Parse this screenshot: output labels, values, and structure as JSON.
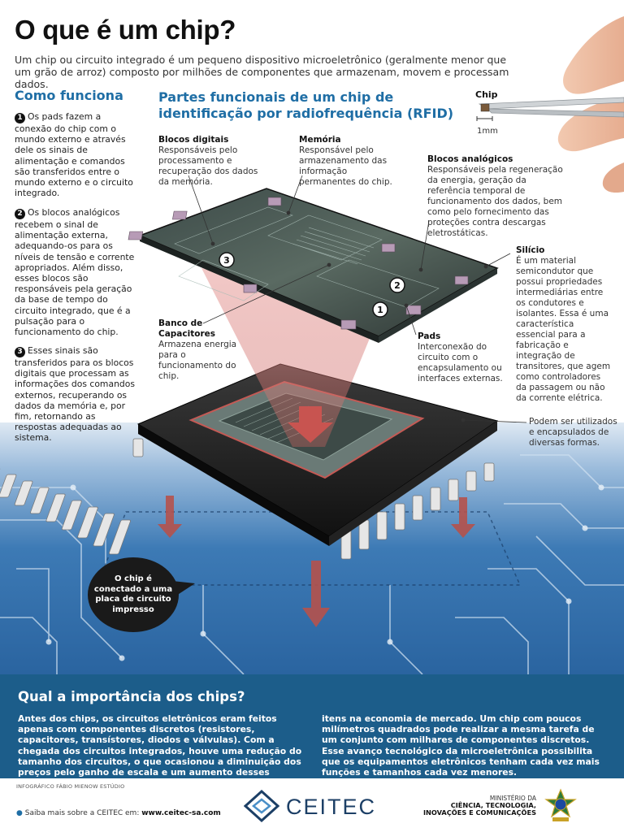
{
  "title": "O que é um chip?",
  "intro": "Um chip ou circuito integrado é um pequeno dispositivo microeletrônico (geralmente menor que um grão de arroz) composto por milhões de componentes que armazenam, movem e processam dados.",
  "sidebar": {
    "title": "Como funciona",
    "items": [
      {
        "num": "1",
        "text": "Os pads fazem a conexão do chip com o mundo externo e através dele os sinais de alimentação e comandos são transferidos entre o mundo externo e o circuito integrado."
      },
      {
        "num": "2",
        "text": "Os blocos analógicos recebem o sinal de alimentação externa, adequando-os para os níveis de tensão e corrente apropriados. Além disso, esses blocos são responsáveis pela geração da base de tempo do circuito integrado, que é a pulsação para o funcionamento do chip."
      },
      {
        "num": "3",
        "text": "Esses sinais são transferidos para os blocos digitais que processam as informações dos comandos externos, recuperando os dados da memória e, por fim, retornando as respostas adequadas ao sistema."
      }
    ]
  },
  "main_title": "Partes funcionais de um chip de identificação por radiofrequência (RFID)",
  "chip_scale": {
    "label": "Chip",
    "unit": "1mm"
  },
  "labels": {
    "blocos_digitais": {
      "title": "Blocos digitais",
      "text": "Responsáveis pelo processamento e recuperação dos dados da memória."
    },
    "memoria": {
      "title": "Memória",
      "text": "Responsável pelo armazenamento das informação permanentes do chip."
    },
    "blocos_analogicos": {
      "title": "Blocos analógicos",
      "text": "Responsáveis pela regeneração da energia, geração da referência temporal de funcionamento dos dados, bem como pelo fornecimento das proteções contra descargas eletrostáticas."
    },
    "silicio": {
      "title": "Silício",
      "text": "É um material semicondutor que possui propriedades intermediárias entre os condutores e isolantes. Essa é uma característica essencial para a fabricação e integração de transitores, que agem como controladores da passagem ou não da corrente elétrica."
    },
    "banco": {
      "title": "Banco de Capacitores",
      "text": "Armazena energia para o funcionamento do chip."
    },
    "pads": {
      "title": "Pads",
      "text": "Interconexão do circuito com o encapsulamento ou interfaces externas."
    },
    "encapsulados": {
      "text": "Podem ser utilizados e encapsulados de diversas formas."
    }
  },
  "die_markers": [
    "1",
    "2",
    "3"
  ],
  "bubble": "O chip é conectado a uma placa de circuito impresso",
  "importance": {
    "title": "Qual a importância  dos chips?",
    "col1": "Antes dos chips, os circuitos eletrônicos eram feitos apenas com componentes discretos (resistores, capacitores, transístores, diodos e válvulas). Com a chegada dos circuitos integrados, houve uma redução do tamanho dos circuitos, o que ocasionou a diminuição dos preços pelo ganho de escala e um aumento desses",
    "col2": "itens na economia de mercado. Um chip com poucos milímetros quadrados pode realizar a mesma tarefa de um conjunto com milhares de componentes discretos. Esse avanço tecnológico da microeletrônica possibilita que os equipamentos eletrônicos tenham cada vez mais funções e tamanhos cada vez menores."
  },
  "credit": "INFOGRÁFICO FÁBIO MIENOW ESTÚDIO",
  "footer": {
    "saiba_prefix": "Saiba mais sobre a CEITEC em:",
    "saiba_url": "www.ceitec-sa.com",
    "logo": "CEITEC",
    "ministry_line1": "MINISTÉRIO DA",
    "ministry_line2": "CIÊNCIA, TECNOLOGIA,",
    "ministry_line3": "INOVAÇÕES E COMUNICAÇÕES"
  },
  "colors": {
    "accent": "#1f6ea5",
    "band": "#1c5d8a",
    "board": "#2f6fa8",
    "arrow": "#b5524c"
  }
}
